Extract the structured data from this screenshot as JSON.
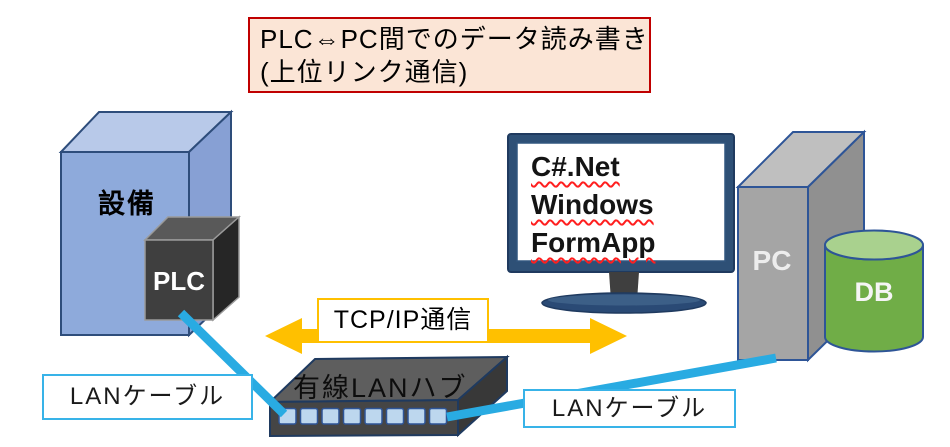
{
  "title": {
    "line1": "PLC⇔PC間でのデータ読み書き",
    "line2": "(上位リンク通信)"
  },
  "nodes": {
    "equipment": {
      "label": "設備"
    },
    "plc": {
      "label": "PLC"
    },
    "monitor_app": {
      "line1": "C#.Net",
      "line2": "Windows",
      "line3": "FormApp"
    },
    "pc": {
      "label": "PC"
    },
    "db": {
      "label": "DB"
    },
    "hub": {
      "label": "有線LANハブ"
    }
  },
  "labels": {
    "tcp": "TCP/IP通信",
    "lan_left": "LANケーブル",
    "lan_right": "LANケーブル"
  },
  "colors": {
    "title_bg": "#FBE5D6",
    "title_border": "#C00000",
    "equipment_front": "#8EAADB",
    "equipment_top": "#B8C9E9",
    "equipment_side": "#87A0D4",
    "plc_front": "#3F3F3F",
    "plc_top": "#595959",
    "plc_side": "#262626",
    "monitor_frame": "#2E5076",
    "screen_bg": "#FFFFFF",
    "pc_front": "#A5A5A5",
    "pc_top": "#BFBFBF",
    "pc_side": "#909090",
    "db_body": "#70AD47",
    "db_top": "#A9D18E",
    "arrow": "#FFC000",
    "hub_top": "#5E5E5E",
    "hub_front": "#454545",
    "hub_side": "#383838",
    "hub_port": "#BDD7EE",
    "cable": "#29ABE2",
    "lan_box_border": "#38B3E8"
  }
}
